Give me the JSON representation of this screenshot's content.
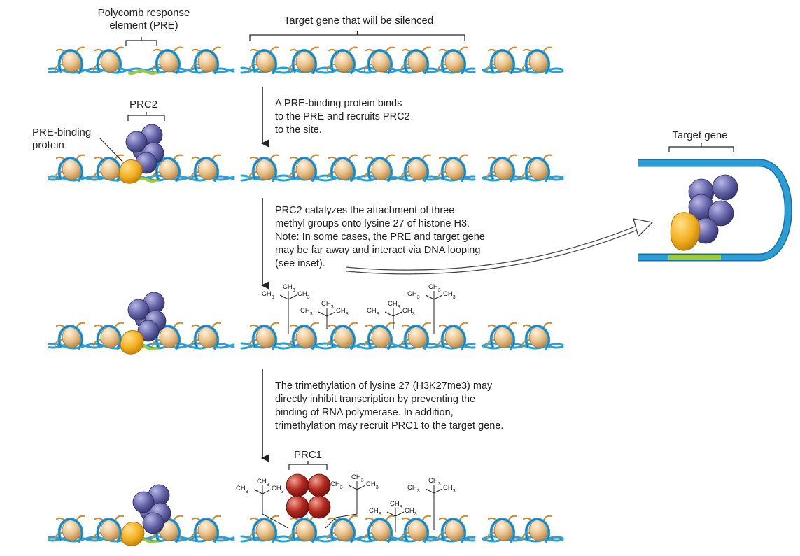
{
  "labels": {
    "pre_label": "Polycomb response\nelement (PRE)",
    "target_gene_label": "Target gene that will be silenced",
    "prc2_label": "PRC2",
    "pre_binding_label": "PRE-binding\nprotein",
    "inset_target_label": "Target gene",
    "prc1_label": "PRC1"
  },
  "steps": {
    "step1": "A PRE-binding protein binds\nto the PRE and recruits PRC2\nto the site.",
    "step2": "PRC2 catalyzes the attachment of three\nmethyl groups onto lysine 27 of histone H3.\nNote: In some cases, the PRE and target gene\nmay be far away and interact via DNA looping\n(see inset).",
    "step3": "The trimethylation of lysine 27 (H3K27me3) may\ndirectly inhibit transcription by preventing the\nbinding of RNA polymerase. In addition,\ntrimethylation may recruit PRC1 to the target gene."
  },
  "chem": {
    "ch": "CH",
    "sub": "3"
  },
  "colors": {
    "dna": "#2a9fd6",
    "dna_dark": "#1a6fa8",
    "histone": "#e8c089",
    "histone_tail": "#c9903a",
    "pre": "#9ccc3a",
    "prc2": "#5a5a9a",
    "pre_protein": "#f2b021",
    "prc1": "#b3271e"
  }
}
